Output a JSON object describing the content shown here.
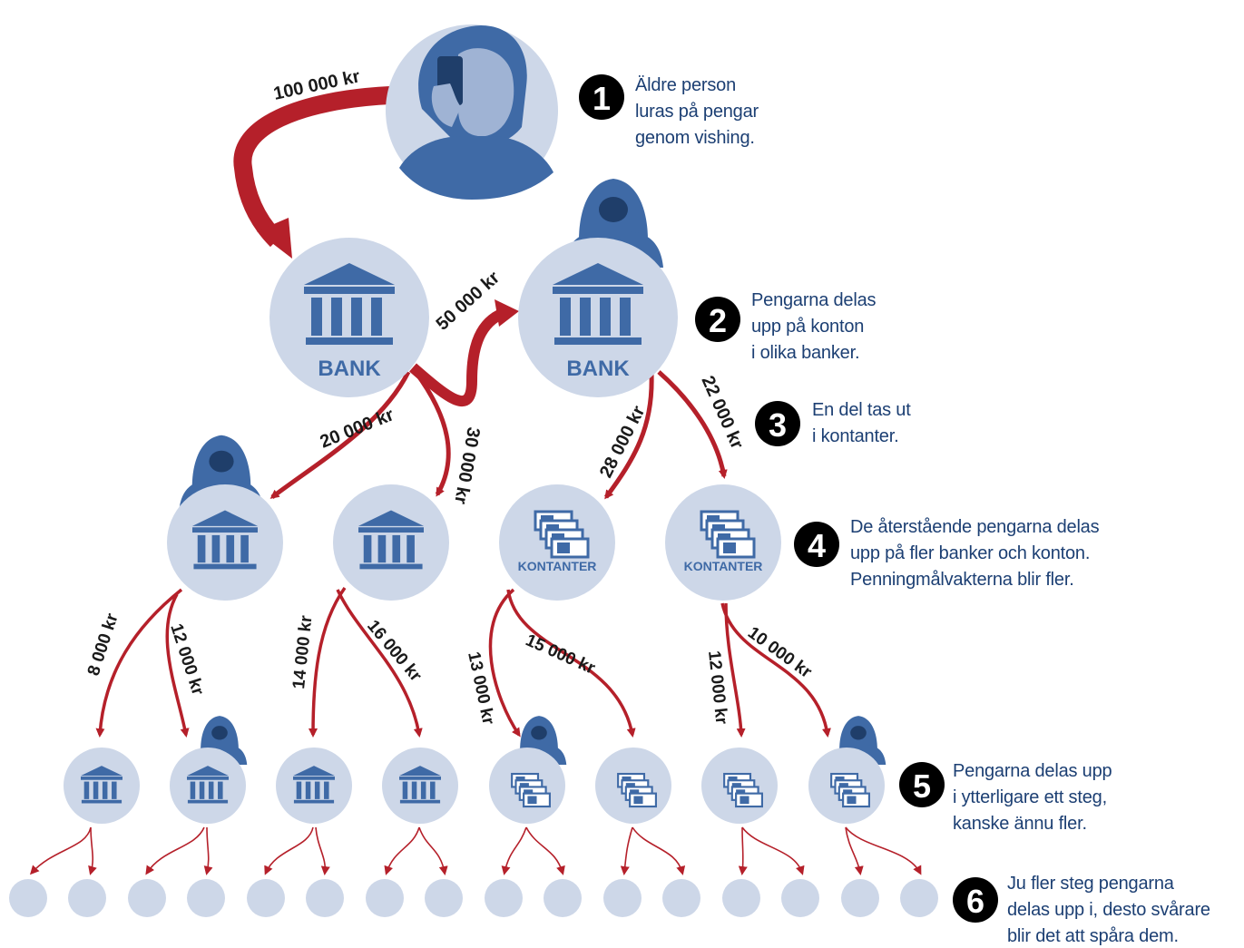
{
  "colors": {
    "circle": "#cdd7e8",
    "icon": "#3f6aa6",
    "arrow": "#b5202a",
    "badge": "#000000",
    "text": "#1c3f73"
  },
  "nodes": {
    "bank_label": "BANK",
    "cash_label": "KONTANTER"
  },
  "amounts": {
    "a_100000": "100 000 kr",
    "a_50000": "50 000 kr",
    "a_20000": "20 000 kr",
    "a_30000": "30 000 kr",
    "a_28000": "28 000 kr",
    "a_22000": "22 000 kr",
    "a_8000": "8 000 kr",
    "a_12000a": "12 000 kr",
    "a_14000": "14 000 kr",
    "a_16000": "16 000 kr",
    "a_13000": "13 000 kr",
    "a_15000": "15 000 kr",
    "a_12000b": "12 000 kr",
    "a_10000": "10 000 kr"
  },
  "steps": [
    {
      "num": "1",
      "lines": [
        "Äldre person",
        "luras på pengar",
        "genom vishing."
      ]
    },
    {
      "num": "2",
      "lines": [
        "Pengarna delas",
        "upp på konton",
        "i olika banker."
      ]
    },
    {
      "num": "3",
      "lines": [
        "En del tas ut",
        "i kontanter."
      ]
    },
    {
      "num": "4",
      "lines": [
        "De återstående pengarna delas",
        "upp på fler banker och konton.",
        "Penningmålvakterna blir fler."
      ]
    },
    {
      "num": "5",
      "lines": [
        "Pengarna delas upp",
        "i ytterligare ett steg,",
        "kanske ännu fler."
      ]
    },
    {
      "num": "6",
      "lines": [
        "Ju fler steg pengarna",
        "delas upp i, desto svårare",
        "blir det att spåra dem."
      ]
    }
  ]
}
